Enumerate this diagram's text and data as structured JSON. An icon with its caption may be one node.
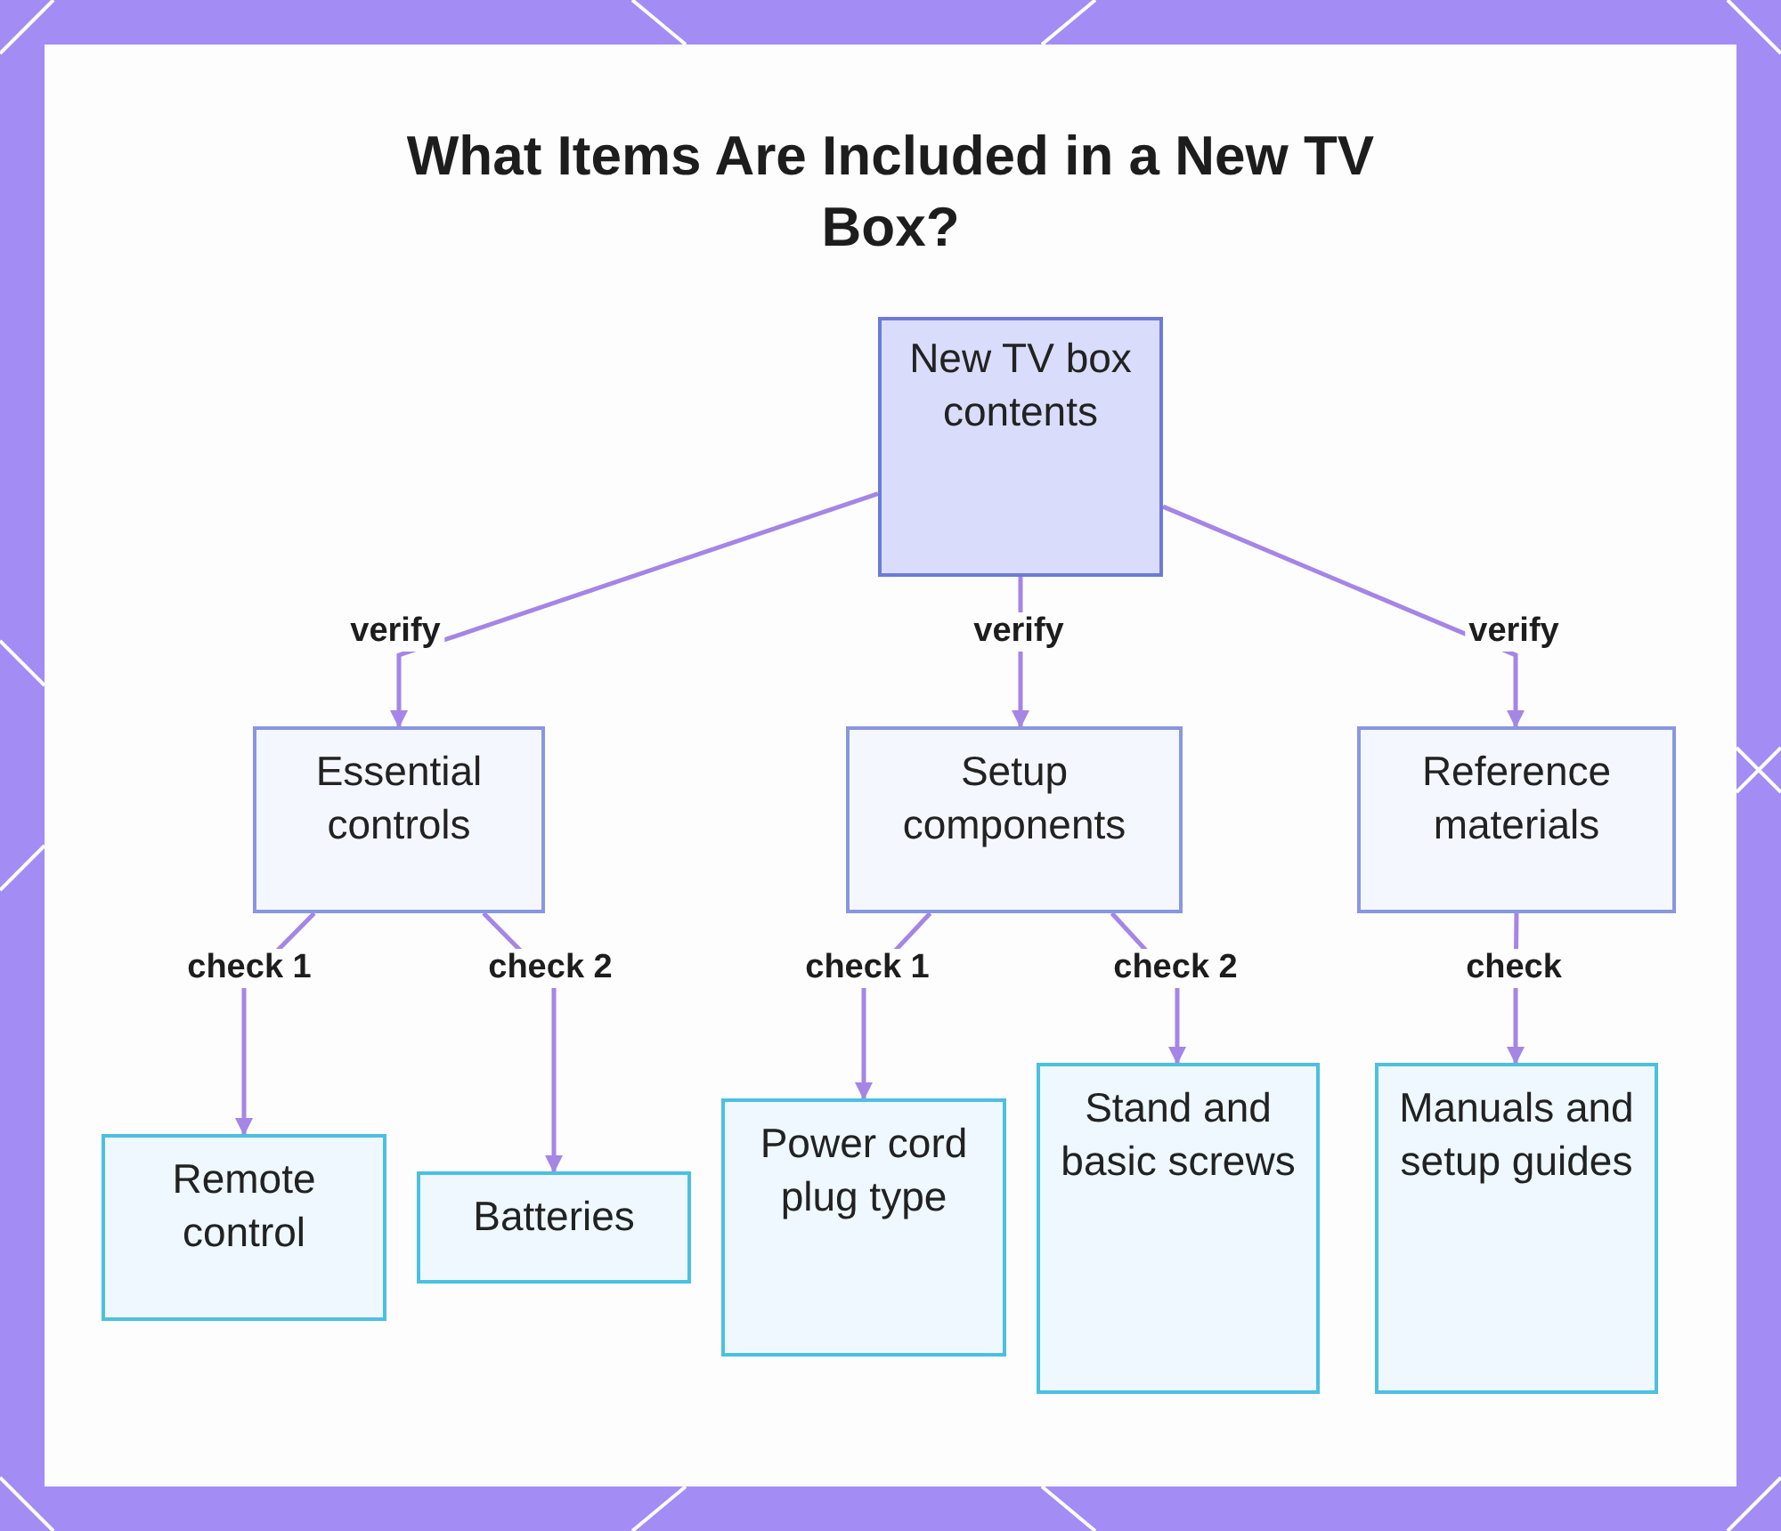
{
  "diagram": {
    "title": "What Items Are Included in a New TV Box?",
    "nodes": [
      {
        "text": [
          "New TV box contents"
        ]
      },
      {
        "text": [
          "Essential controls"
        ]
      },
      {
        "text": [
          "Setup components"
        ]
      },
      {
        "text": [
          "Reference materials"
        ]
      },
      {
        "text": [
          "Remote control"
        ]
      },
      {
        "text": [
          "Batteries"
        ]
      },
      {
        "text": [
          "Power cord plug type"
        ]
      },
      {
        "text": [
          "Stand and basic screws"
        ]
      },
      {
        "text": [
          "Manuals and setup guides"
        ]
      }
    ],
    "edges": [
      {
        "from": 0,
        "to": 1,
        "arrow": "to",
        "label": "verify"
      },
      {
        "from": 0,
        "to": 2,
        "arrow": "to",
        "label": "verify"
      },
      {
        "from": 0,
        "to": 3,
        "arrow": "to",
        "label": "verify"
      },
      {
        "from": 1,
        "to": 4,
        "arrow": "to",
        "label": "check 1"
      },
      {
        "from": 1,
        "to": 5,
        "arrow": "to",
        "label": "check 2"
      },
      {
        "from": 2,
        "to": 6,
        "arrow": "to",
        "label": "check 1"
      },
      {
        "from": 2,
        "to": 7,
        "arrow": "to",
        "label": "check 2"
      },
      {
        "from": 3,
        "to": 8,
        "arrow": "to",
        "label": "check"
      }
    ]
  }
}
